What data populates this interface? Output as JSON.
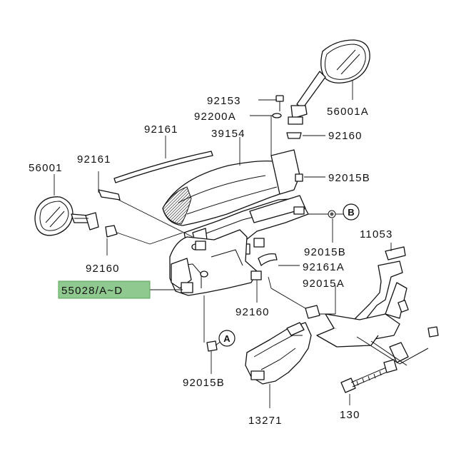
{
  "labels": {
    "p92153": "92153",
    "p92200A": "92200A",
    "p56001A": "56001A",
    "p92161_top": "92161",
    "p39154": "39154",
    "p92160_top": "92160",
    "p56001": "56001",
    "p92161_left": "92161",
    "p92015B_right": "92015B",
    "p92160_left": "92160",
    "p92015B_mid": "92015B",
    "p11053": "11053",
    "p92161A": "92161A",
    "p55028": "55028/A~D",
    "p92015A": "92015A",
    "p92160_bottom": "92160",
    "p92015B_bottom": "92015B",
    "p13271": "13271",
    "p130": "130"
  },
  "callouts": {
    "A": "A",
    "B": "B"
  },
  "colors": {
    "highlight_fill": "#8fc98f",
    "highlight_border": "#5aa55a",
    "line": "#111111"
  }
}
